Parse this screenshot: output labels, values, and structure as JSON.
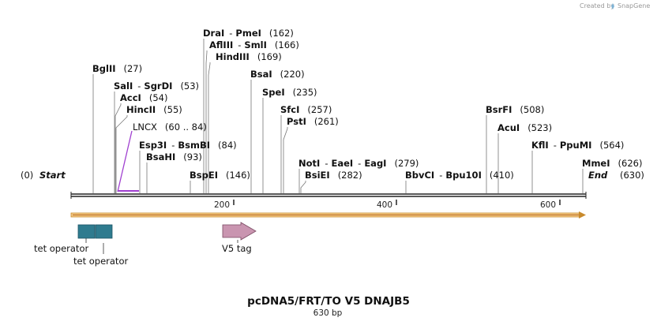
{
  "credit": {
    "prefix": "Created by",
    "brand": "SnapGene"
  },
  "map": {
    "title": "pcDNA5/FRT/TO V5 DNAJB5",
    "length_label": "630 bp",
    "start_label": "Start",
    "start_pos": "(0)",
    "end_label": "End",
    "end_pos": "(630)",
    "ticks": [
      "200",
      "400",
      "600"
    ]
  },
  "colors": {
    "backbone": "#222222",
    "orf_arrow": "#f0bf6f",
    "tet_operator": "#2f7b8f",
    "v5_tag": "#c995b0",
    "lncx": "#a040d0"
  },
  "enzymes": [
    {
      "names": [
        "DraI",
        "PmeI"
      ],
      "pos": "(162)"
    },
    {
      "names": [
        "AflIII",
        "SmlI"
      ],
      "pos": "(166)"
    },
    {
      "names": [
        "HindIII"
      ],
      "pos": "(169)"
    },
    {
      "names": [
        "BglII"
      ],
      "pos": "(27)"
    },
    {
      "names": [
        "BsaI"
      ],
      "pos": "(220)"
    },
    {
      "names": [
        "SalI",
        "SgrDI"
      ],
      "pos": "(53)"
    },
    {
      "names": [
        "SpeI"
      ],
      "pos": "(235)"
    },
    {
      "names": [
        "AccI"
      ],
      "pos": "(54)"
    },
    {
      "names": [
        "HincII"
      ],
      "pos": "(55)"
    },
    {
      "names": [
        "SfcI"
      ],
      "pos": "(257)"
    },
    {
      "names": [
        "BsrFI"
      ],
      "pos": "(508)"
    },
    {
      "names": [
        "PstI"
      ],
      "pos": "(261)"
    },
    {
      "names": [
        "AcuI"
      ],
      "pos": "(523)"
    },
    {
      "names": [
        "Esp3I",
        "BsmBI"
      ],
      "pos": "(84)"
    },
    {
      "names": [
        "KflI",
        "PpuMI"
      ],
      "pos": "(564)"
    },
    {
      "names": [
        "BsaHI"
      ],
      "pos": "(93)"
    },
    {
      "names": [
        "NotI",
        "EaeI",
        "EagI"
      ],
      "pos": "(279)"
    },
    {
      "names": [
        "MmeI"
      ],
      "pos": "(626)"
    },
    {
      "names": [
        "BspEI"
      ],
      "pos": "(146)"
    },
    {
      "names": [
        "BsiEI"
      ],
      "pos": "(282)"
    },
    {
      "names": [
        "BbvCI",
        "Bpu10I"
      ],
      "pos": "(410)"
    }
  ],
  "lncx": {
    "name": "LNCX",
    "range": "(60 .. 84)"
  },
  "features": [
    {
      "name": "tet operator"
    },
    {
      "name": "tet operator"
    },
    {
      "name": "V5 tag"
    }
  ]
}
